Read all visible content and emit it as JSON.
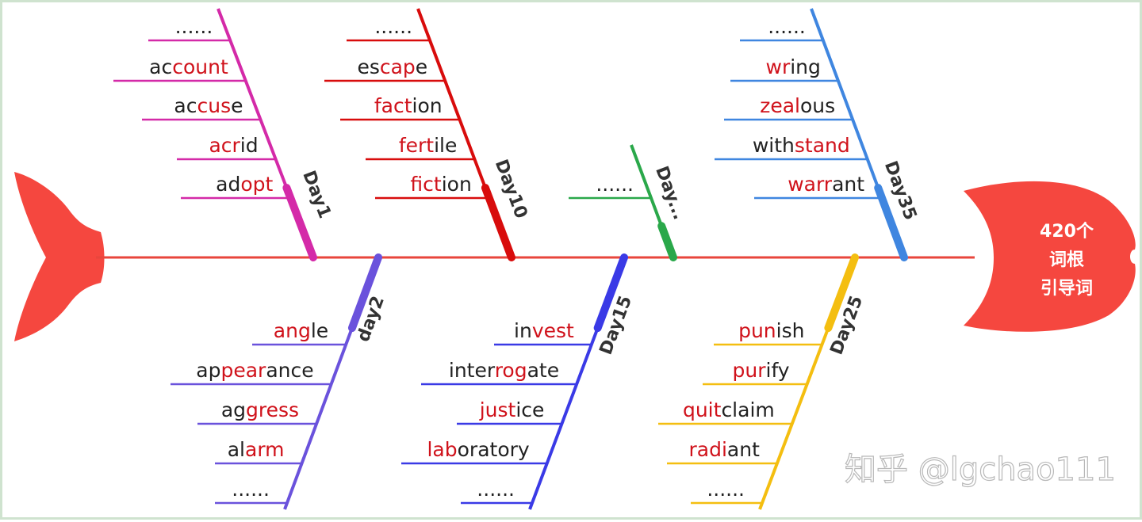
{
  "head_label": [
    "420个",
    "词根",
    "引导词"
  ],
  "watermark": "知乎 @lgchao111",
  "colors": {
    "spine": "#e8463c",
    "fish": "#f5473f",
    "highlight": "#d0121b",
    "normal": "#222222"
  },
  "branches": [
    {
      "label": "Day1",
      "color": "#d42aa8",
      "words": [
        [
          {
            "t": "......",
            "h": false
          }
        ],
        [
          {
            "t": "ac",
            "h": false
          },
          {
            "t": "count",
            "h": true
          }
        ],
        [
          {
            "t": "ac",
            "h": false
          },
          {
            "t": "cus",
            "h": true
          },
          {
            "t": "e",
            "h": false
          }
        ],
        [
          {
            "t": "acr",
            "h": true
          },
          {
            "t": "id",
            "h": false
          }
        ],
        [
          {
            "t": "ad",
            "h": false
          },
          {
            "t": "opt",
            "h": true
          }
        ]
      ]
    },
    {
      "label": "Day10",
      "color": "#d80c0c",
      "words": [
        [
          {
            "t": "......",
            "h": false
          }
        ],
        [
          {
            "t": "es",
            "h": false
          },
          {
            "t": "cap",
            "h": true
          },
          {
            "t": "e",
            "h": false
          }
        ],
        [
          {
            "t": "fact",
            "h": true
          },
          {
            "t": "ion",
            "h": false
          }
        ],
        [
          {
            "t": "fert",
            "h": true
          },
          {
            "t": "ile",
            "h": false
          }
        ],
        [
          {
            "t": "fict",
            "h": true
          },
          {
            "t": "ion",
            "h": false
          }
        ]
      ]
    },
    {
      "label": "Day...",
      "color": "#2aa84a",
      "words": [
        [
          {
            "t": "......",
            "h": false
          }
        ]
      ]
    },
    {
      "label": "Day35",
      "color": "#3f86e0",
      "words": [
        [
          {
            "t": "......",
            "h": false
          }
        ],
        [
          {
            "t": "wr",
            "h": true
          },
          {
            "t": "ing",
            "h": false
          }
        ],
        [
          {
            "t": "zeal",
            "h": true
          },
          {
            "t": "ous",
            "h": false
          }
        ],
        [
          {
            "t": "with",
            "h": false
          },
          {
            "t": "stand",
            "h": true
          }
        ],
        [
          {
            "t": "warr",
            "h": true
          },
          {
            "t": "ant",
            "h": false
          }
        ]
      ]
    },
    {
      "label": "day2",
      "color": "#6a52dc",
      "words": [
        [
          {
            "t": "ang",
            "h": true
          },
          {
            "t": "le",
            "h": false
          }
        ],
        [
          {
            "t": "ap",
            "h": false
          },
          {
            "t": "pear",
            "h": true
          },
          {
            "t": "ance",
            "h": false
          }
        ],
        [
          {
            "t": "ag",
            "h": false
          },
          {
            "t": "gress",
            "h": true
          }
        ],
        [
          {
            "t": "al",
            "h": false
          },
          {
            "t": "arm",
            "h": true
          }
        ],
        [
          {
            "t": "......",
            "h": false
          }
        ]
      ]
    },
    {
      "label": "Day15",
      "color": "#3a3ae6",
      "words": [
        [
          {
            "t": "in",
            "h": false
          },
          {
            "t": "vest",
            "h": true
          }
        ],
        [
          {
            "t": "inter",
            "h": false
          },
          {
            "t": "rog",
            "h": true
          },
          {
            "t": "ate",
            "h": false
          }
        ],
        [
          {
            "t": "just",
            "h": true
          },
          {
            "t": "ice",
            "h": false
          }
        ],
        [
          {
            "t": "lab",
            "h": true
          },
          {
            "t": "oratory",
            "h": false
          }
        ],
        [
          {
            "t": "......",
            "h": false
          }
        ]
      ]
    },
    {
      "label": "Day25",
      "color": "#f4be10",
      "words": [
        [
          {
            "t": "pun",
            "h": true
          },
          {
            "t": "ish",
            "h": false
          }
        ],
        [
          {
            "t": "pur",
            "h": true
          },
          {
            "t": "ify",
            "h": false
          }
        ],
        [
          {
            "t": "quit",
            "h": true
          },
          {
            "t": "claim",
            "h": false
          }
        ],
        [
          {
            "t": "radi",
            "h": true
          },
          {
            "t": "ant",
            "h": false
          }
        ],
        [
          {
            "t": "......",
            "h": false
          }
        ]
      ]
    }
  ]
}
